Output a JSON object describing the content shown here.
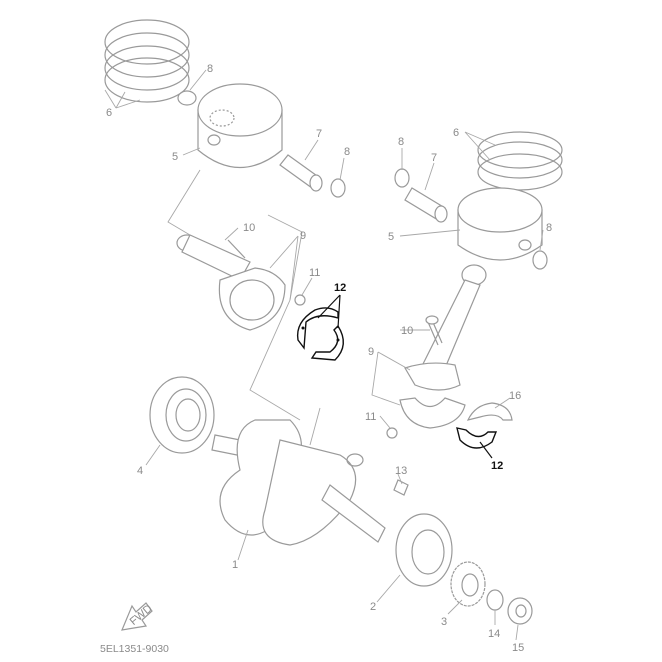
{
  "diagram_code": "5EL1351-9030",
  "fwd_label": "FWD",
  "callouts": [
    {
      "id": "c6a",
      "label": "6"
    },
    {
      "id": "c8a",
      "label": "8"
    },
    {
      "id": "c5a",
      "label": "5"
    },
    {
      "id": "c7a",
      "label": "7"
    },
    {
      "id": "c8b",
      "label": "8"
    },
    {
      "id": "c8c",
      "label": "8"
    },
    {
      "id": "c7b",
      "label": "7"
    },
    {
      "id": "c6b",
      "label": "6"
    },
    {
      "id": "c8d",
      "label": "8"
    },
    {
      "id": "c5b",
      "label": "5"
    },
    {
      "id": "c10a",
      "label": "10"
    },
    {
      "id": "c9a",
      "label": "9"
    },
    {
      "id": "c11a",
      "label": "11"
    },
    {
      "id": "c12a",
      "label": "12"
    },
    {
      "id": "c10b",
      "label": "10"
    },
    {
      "id": "c9b",
      "label": "9"
    },
    {
      "id": "c11b",
      "label": "11"
    },
    {
      "id": "c16",
      "label": "16"
    },
    {
      "id": "c12b",
      "label": "12"
    },
    {
      "id": "c13",
      "label": "13"
    },
    {
      "id": "c4",
      "label": "4"
    },
    {
      "id": "c1",
      "label": "1"
    },
    {
      "id": "c2",
      "label": "2"
    },
    {
      "id": "c3",
      "label": "3"
    },
    {
      "id": "c14",
      "label": "14"
    },
    {
      "id": "c15",
      "label": "15"
    }
  ],
  "colors": {
    "line": "#9a9a9a",
    "highlight": "#111111"
  }
}
